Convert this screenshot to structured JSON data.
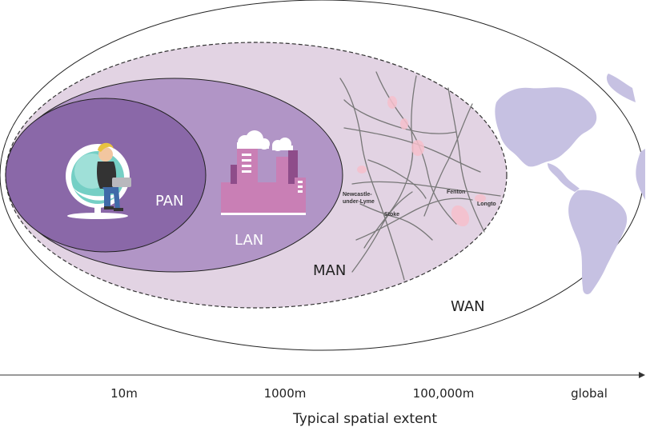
{
  "regions": {
    "pan": {
      "label": "PAN"
    },
    "lan": {
      "label": "LAN"
    },
    "man": {
      "label": "MAN"
    },
    "wan": {
      "label": "WAN"
    }
  },
  "map_labels": {
    "newcastle_line1": "Newcastle-",
    "newcastle_line2": "under-Lyme",
    "stoke": "Stoke",
    "fenton": "Fenton",
    "longton": "Longto"
  },
  "axis": {
    "ticks": [
      "10m",
      "1000m",
      "100,000m",
      "global"
    ],
    "title": "Typical spatial extent"
  },
  "colors": {
    "pan": "#8a68a8",
    "lan": "#b195c6",
    "man": "#e2d3e3",
    "continent": "#c6c1e2",
    "building": "#c97fb5",
    "building_dark": "#8e4d8a"
  }
}
